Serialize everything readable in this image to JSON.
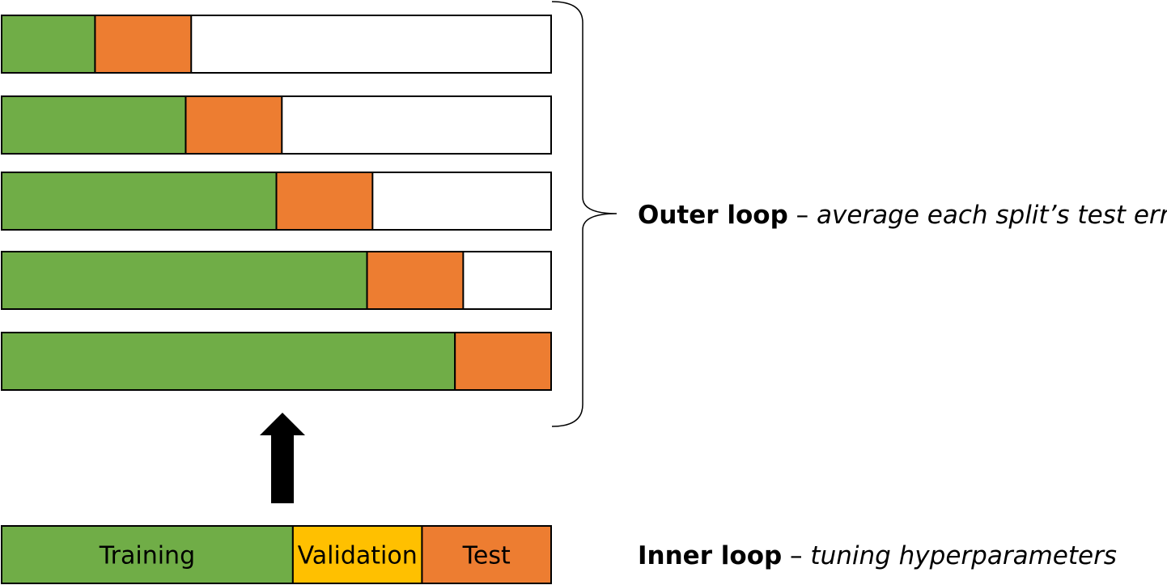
{
  "colors": {
    "training": "#70ad47",
    "validation": "#ffc000",
    "test": "#ed7d31",
    "empty": "#ffffff",
    "outline": "#000000"
  },
  "outer_splits": [
    {
      "train": 0.17,
      "test": 0.175
    },
    {
      "train": 0.335,
      "test": 0.175
    },
    {
      "train": 0.5,
      "test": 0.175
    },
    {
      "train": 0.665,
      "test": 0.175
    },
    {
      "train": 0.825,
      "test": 0.175
    }
  ],
  "inner_split": {
    "segments": [
      {
        "key": "training",
        "label": "Training",
        "fraction": 0.53
      },
      {
        "key": "validation",
        "label": "Validation",
        "fraction": 0.235
      },
      {
        "key": "test",
        "label": "Test",
        "fraction": 0.235
      }
    ]
  },
  "outer_caption": {
    "bold": "Outer loop",
    "dash": " – ",
    "italic": "average each split’s test error"
  },
  "inner_caption": {
    "bold": "Inner loop",
    "dash": " – ",
    "italic": "tuning hyperparameters"
  },
  "icons": {
    "arrow": "up-arrow-icon",
    "brace": "right-curly-brace-icon"
  }
}
